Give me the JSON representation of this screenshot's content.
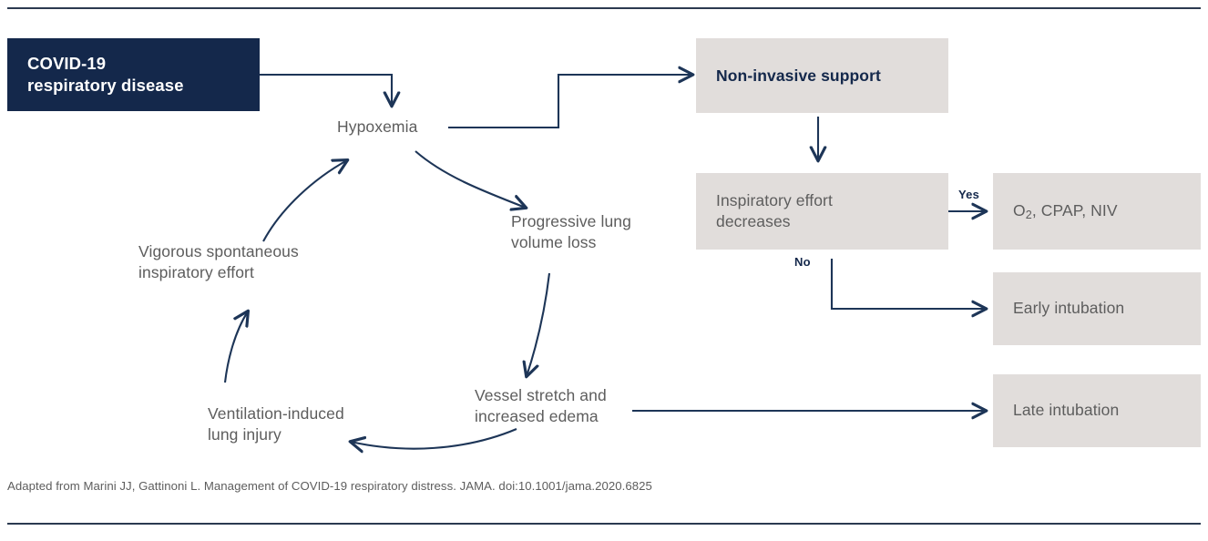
{
  "figure": {
    "title_box": {
      "line1": "COVID-19",
      "line2": "respiratory disease"
    },
    "citation": "Adapted from Marini JJ, Gattinoni L. Management of COVID-19 respiratory distress. JAMA. doi:10.1001/jama.2020.6825"
  },
  "cycle": {
    "hypoxemia": "Hypoxemia",
    "progressive_lung_volume_loss": {
      "line1": "Progressive lung",
      "line2": "volume loss"
    },
    "vessel_stretch": {
      "line1": "Vessel stretch and",
      "line2": "increased edema"
    },
    "ventilation_induced_injury": {
      "line1": "Ventilation-induced",
      "line2": "lung injury"
    },
    "vigorous_effort": {
      "line1": "Vigorous spontaneous",
      "line2": "inspiratory effort"
    }
  },
  "pathway": {
    "non_invasive_support": "Non-invasive support",
    "inspiratory_effort": {
      "line1": "Inspiratory effort",
      "line2": "decreases"
    },
    "branch_yes": "Yes",
    "branch_no": "No",
    "outcome_oxygen_prefix": "O",
    "outcome_oxygen_sub": "2",
    "outcome_oxygen_suffix": ", CPAP, NIV",
    "outcome_early_intubation": "Early intubation",
    "outcome_late_intubation": "Late intubation"
  },
  "colors": {
    "navy": "#14284b",
    "gray_box": "#e1dddb",
    "gray_text": "#5d5d5d",
    "rule": "#2b3a50"
  }
}
